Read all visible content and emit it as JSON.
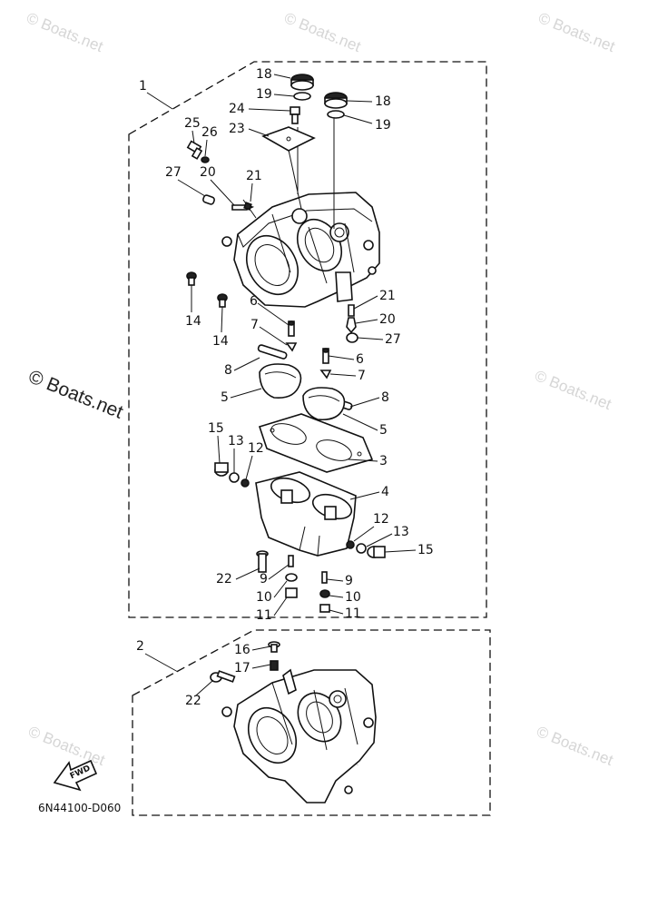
{
  "watermarks": {
    "light_text": "© Boats.net",
    "dark_text": "© Boats.net"
  },
  "reference_code": "6N44100-D060",
  "fwd_label": "FWD",
  "assembly_labels": [
    "1",
    "2"
  ],
  "callouts": [
    {
      "id": "c18a",
      "label": "18"
    },
    {
      "id": "c19a",
      "label": "19"
    },
    {
      "id": "c18b",
      "label": "18"
    },
    {
      "id": "c19b",
      "label": "19"
    },
    {
      "id": "c24",
      "label": "24"
    },
    {
      "id": "c23",
      "label": "23"
    },
    {
      "id": "c25",
      "label": "25"
    },
    {
      "id": "c26",
      "label": "26"
    },
    {
      "id": "c27a",
      "label": "27"
    },
    {
      "id": "c20a",
      "label": "20"
    },
    {
      "id": "c21a",
      "label": "21"
    },
    {
      "id": "c14a",
      "label": "14"
    },
    {
      "id": "c14b",
      "label": "14"
    },
    {
      "id": "c6a",
      "label": "6"
    },
    {
      "id": "c7a",
      "label": "7"
    },
    {
      "id": "c21b",
      "label": "21"
    },
    {
      "id": "c20b",
      "label": "20"
    },
    {
      "id": "c27b",
      "label": "27"
    },
    {
      "id": "c6b",
      "label": "6"
    },
    {
      "id": "c7b",
      "label": "7"
    },
    {
      "id": "c8a",
      "label": "8"
    },
    {
      "id": "c5a",
      "label": "5"
    },
    {
      "id": "c8b",
      "label": "8"
    },
    {
      "id": "c5b",
      "label": "5"
    },
    {
      "id": "c15a",
      "label": "15"
    },
    {
      "id": "c13a",
      "label": "13"
    },
    {
      "id": "c12a",
      "label": "12"
    },
    {
      "id": "c3",
      "label": "3"
    },
    {
      "id": "c4",
      "label": "4"
    },
    {
      "id": "c12b",
      "label": "12"
    },
    {
      "id": "c13b",
      "label": "13"
    },
    {
      "id": "c15b",
      "label": "15"
    },
    {
      "id": "c22a",
      "label": "22"
    },
    {
      "id": "c9a",
      "label": "9"
    },
    {
      "id": "c9b",
      "label": "9"
    },
    {
      "id": "c10a",
      "label": "10"
    },
    {
      "id": "c10b",
      "label": "10"
    },
    {
      "id": "c11a",
      "label": "11"
    },
    {
      "id": "c11b",
      "label": "11"
    },
    {
      "id": "c16",
      "label": "16"
    },
    {
      "id": "c17",
      "label": "17"
    },
    {
      "id": "c22b",
      "label": "22"
    }
  ]
}
